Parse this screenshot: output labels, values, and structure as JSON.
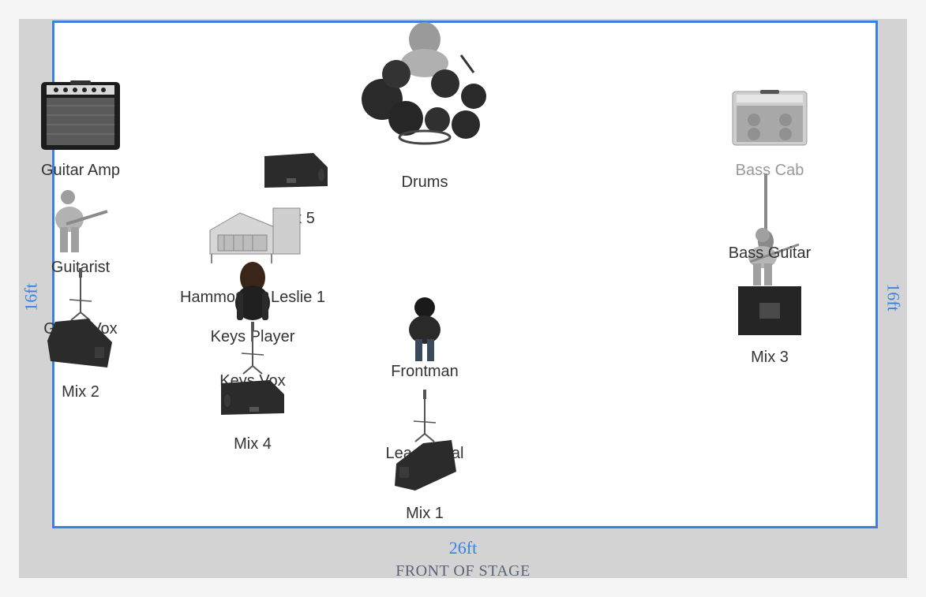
{
  "stage": {
    "width_label": "26ft",
    "depth_label": "16ft",
    "front_label": "FRONT OF STAGE",
    "border_color": "#3b82e0"
  },
  "items": {
    "guitar_amp": {
      "label": "Guitar Amp",
      "icon": "guitar-amp-icon"
    },
    "drums": {
      "label": "Drums",
      "icon": "drum-kit-icon"
    },
    "bass_cab": {
      "label": "Bass Cab",
      "icon": "bass-cabinet-icon"
    },
    "mix5": {
      "label": "Mix 5",
      "icon": "wedge-monitor-icon"
    },
    "guitarist": {
      "label": "Guitarist",
      "icon": "guitarist-figure-icon"
    },
    "hammond": {
      "label": "Hammond + Leslie 1",
      "icon": "organ-icon"
    },
    "bass_guitar": {
      "label": "Bass Guitar",
      "icon": "bassist-figure-icon"
    },
    "guitar_vox": {
      "label": "Guitar Vox",
      "icon": "mic-stand-icon"
    },
    "keys_player": {
      "label": "Keys Player",
      "icon": "keys-player-figure-icon"
    },
    "mix3": {
      "label": "Mix 3",
      "icon": "wedge-monitor-icon"
    },
    "frontman": {
      "label": "Frontman",
      "icon": "frontman-figure-icon"
    },
    "mix2": {
      "label": "Mix 2",
      "icon": "wedge-monitor-icon"
    },
    "keys_vox": {
      "label": "Keys Vox",
      "icon": "mic-stand-icon"
    },
    "mix4": {
      "label": "Mix 4",
      "icon": "wedge-monitor-icon"
    },
    "lead_vocal": {
      "label": "Lead Vocal",
      "icon": "mic-stand-icon"
    },
    "mix1": {
      "label": "Mix 1",
      "icon": "wedge-monitor-icon"
    }
  }
}
